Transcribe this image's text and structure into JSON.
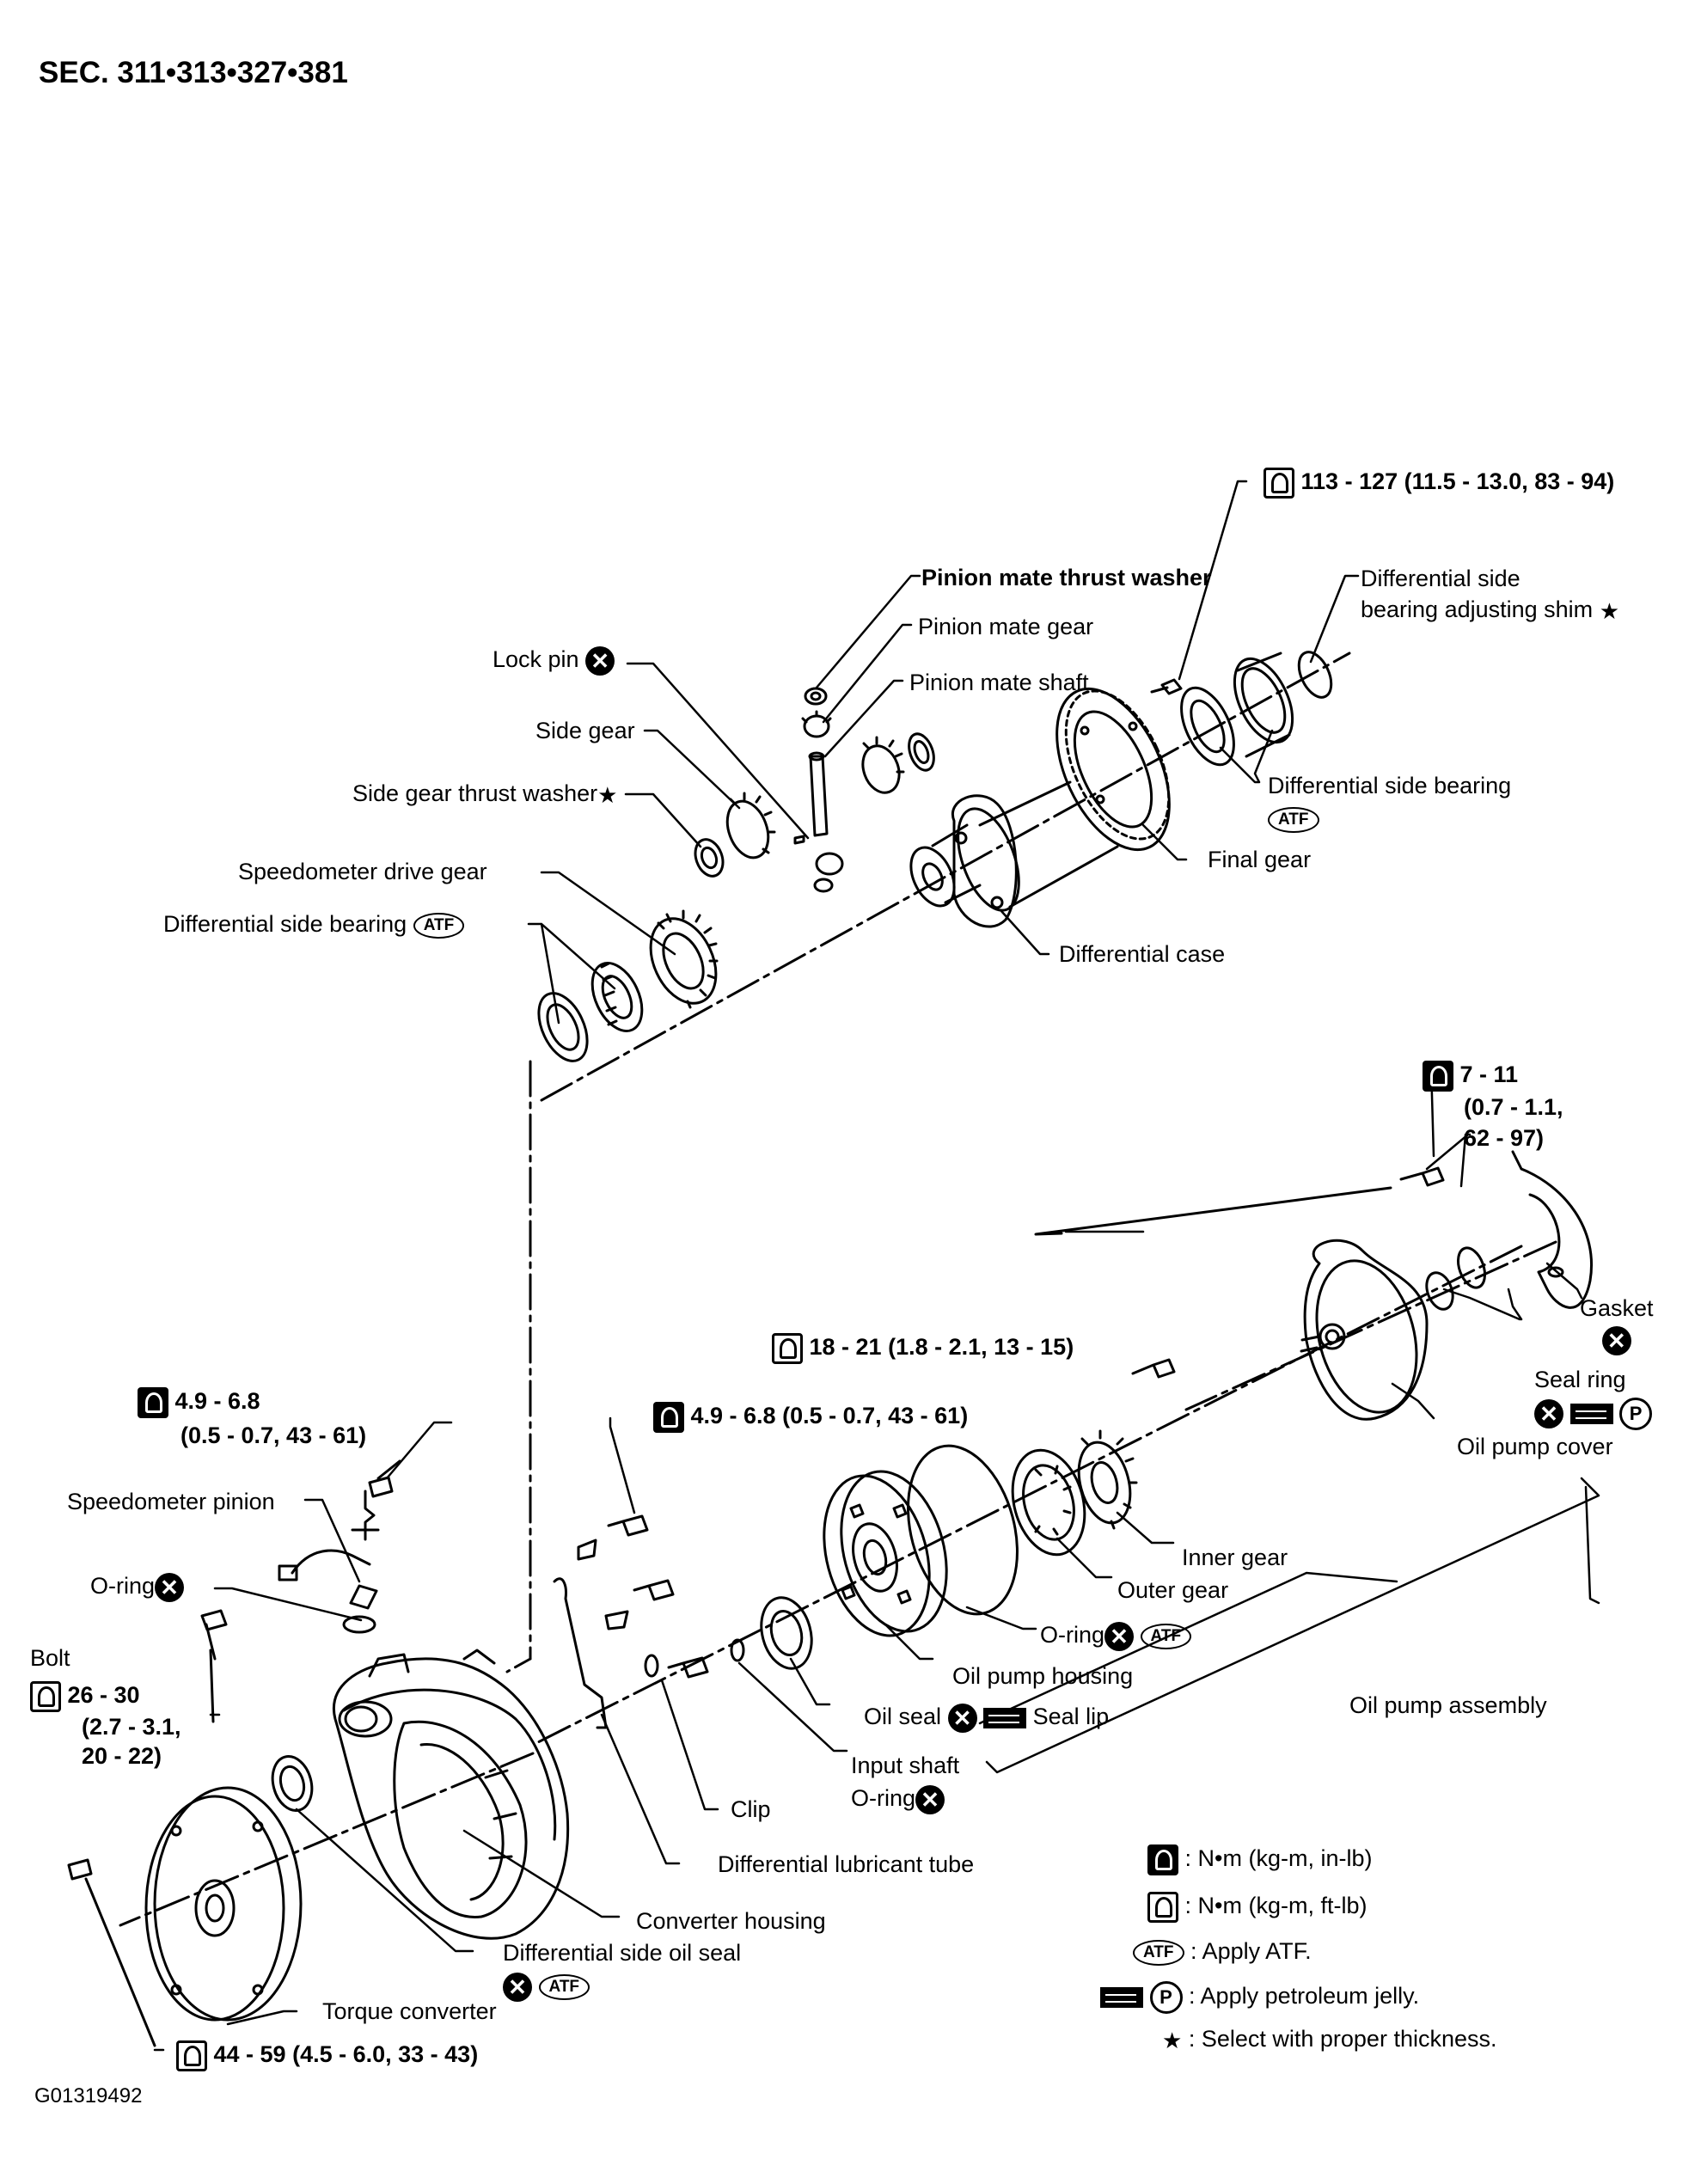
{
  "header": {
    "section": "SEC. 311•313•327•381"
  },
  "footer": {
    "figure_id": "G01319492"
  },
  "labels": {
    "torque_top": "113 - 127 (11.5 - 13.0, 83 - 94)",
    "pinion_mate_thrust_washer": "Pinion mate thrust washer",
    "pinion_mate_gear": "Pinion mate gear",
    "pinion_mate_shaft": "Pinion mate shaft",
    "diff_side_bearing_adj_shim_1": "Differential side",
    "diff_side_bearing_adj_shim_2": "bearing adjusting shim",
    "lock_pin": "Lock pin",
    "side_gear": "Side gear",
    "side_gear_thrust_washer": "Side gear thrust washer",
    "diff_side_bearing_right": "Differential side bearing",
    "final_gear": "Final gear",
    "speedometer_drive_gear": "Speedometer drive gear",
    "diff_side_bearing_left": "Differential side bearing",
    "differential_case": "Differential case",
    "torque_pump_bolt_1": "7 - 11",
    "torque_pump_bolt_2": "(0.7 - 1.1,",
    "torque_pump_bolt_3": "62 - 97)",
    "gasket": "Gasket",
    "torque_cover_bolt": "18 - 21 (1.8 - 2.1, 13 - 15)",
    "seal_ring": "Seal ring",
    "oil_pump_cover": "Oil pump cover",
    "torque_pinion_1": "4.9 - 6.8",
    "torque_pinion_2": "(0.5 - 0.7, 43 - 61)",
    "torque_tube_bolt": "4.9 - 6.8 (0.5 - 0.7, 43 - 61)",
    "speedometer_pinion": "Speedometer pinion",
    "inner_gear": "Inner gear",
    "o_ring_left": "O-ring",
    "outer_gear": "Outer gear",
    "bolt": "Bolt",
    "torque_housing_1": "26 - 30",
    "torque_housing_2": "(2.7 - 3.1,",
    "torque_housing_3": "20 - 22)",
    "o_ring_pump": "O-ring",
    "oil_pump_housing": "Oil pump housing",
    "oil_pump_assembly": "Oil pump assembly",
    "oil_seal": "Oil seal",
    "seal_lip": "Seal lip",
    "input_shaft": "Input shaft",
    "input_shaft_o_ring": "O-ring",
    "clip": "Clip",
    "diff_lubricant_tube": "Differential lubricant tube",
    "converter_housing": "Converter housing",
    "diff_side_oil_seal": "Differential side oil seal",
    "torque_converter": "Torque converter",
    "torque_converter_bolt": "44 - 59 (4.5 - 6.0, 33 - 43)"
  },
  "legend": {
    "nm_in_lb": ": N•m (kg-m, in-lb)",
    "nm_ft_lb": ": N•m (kg-m, ft-lb)",
    "apply_atf": ": Apply ATF.",
    "apply_petroleum_jelly": ": Apply petroleum jelly.",
    "select_thickness": ": Select with proper thickness."
  },
  "symbols": {
    "atf": "ATF",
    "replace": "✕",
    "petroleum": "P",
    "star": "★"
  }
}
